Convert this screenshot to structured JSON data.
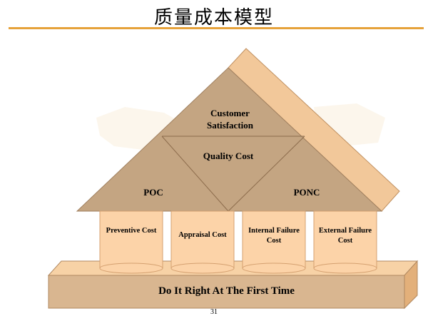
{
  "title": "质量成本模型",
  "roof": {
    "top": "Customer Satisfaction",
    "middle": "Quality Cost",
    "left": "POC",
    "right": "PONC"
  },
  "pillars": [
    {
      "label": "Preventive Cost"
    },
    {
      "label": "Appraisal Cost"
    },
    {
      "label": "Internal Failure Cost"
    },
    {
      "label": "External Failure Cost"
    }
  ],
  "base": "Do It Right At The First Time",
  "page_number": "31",
  "colors": {
    "accent_rule": "#e6a23a",
    "roof": "#c4a582",
    "roof_side": "#f2c89a",
    "pillar": "#fcd3a8",
    "base": "#d9b690"
  }
}
